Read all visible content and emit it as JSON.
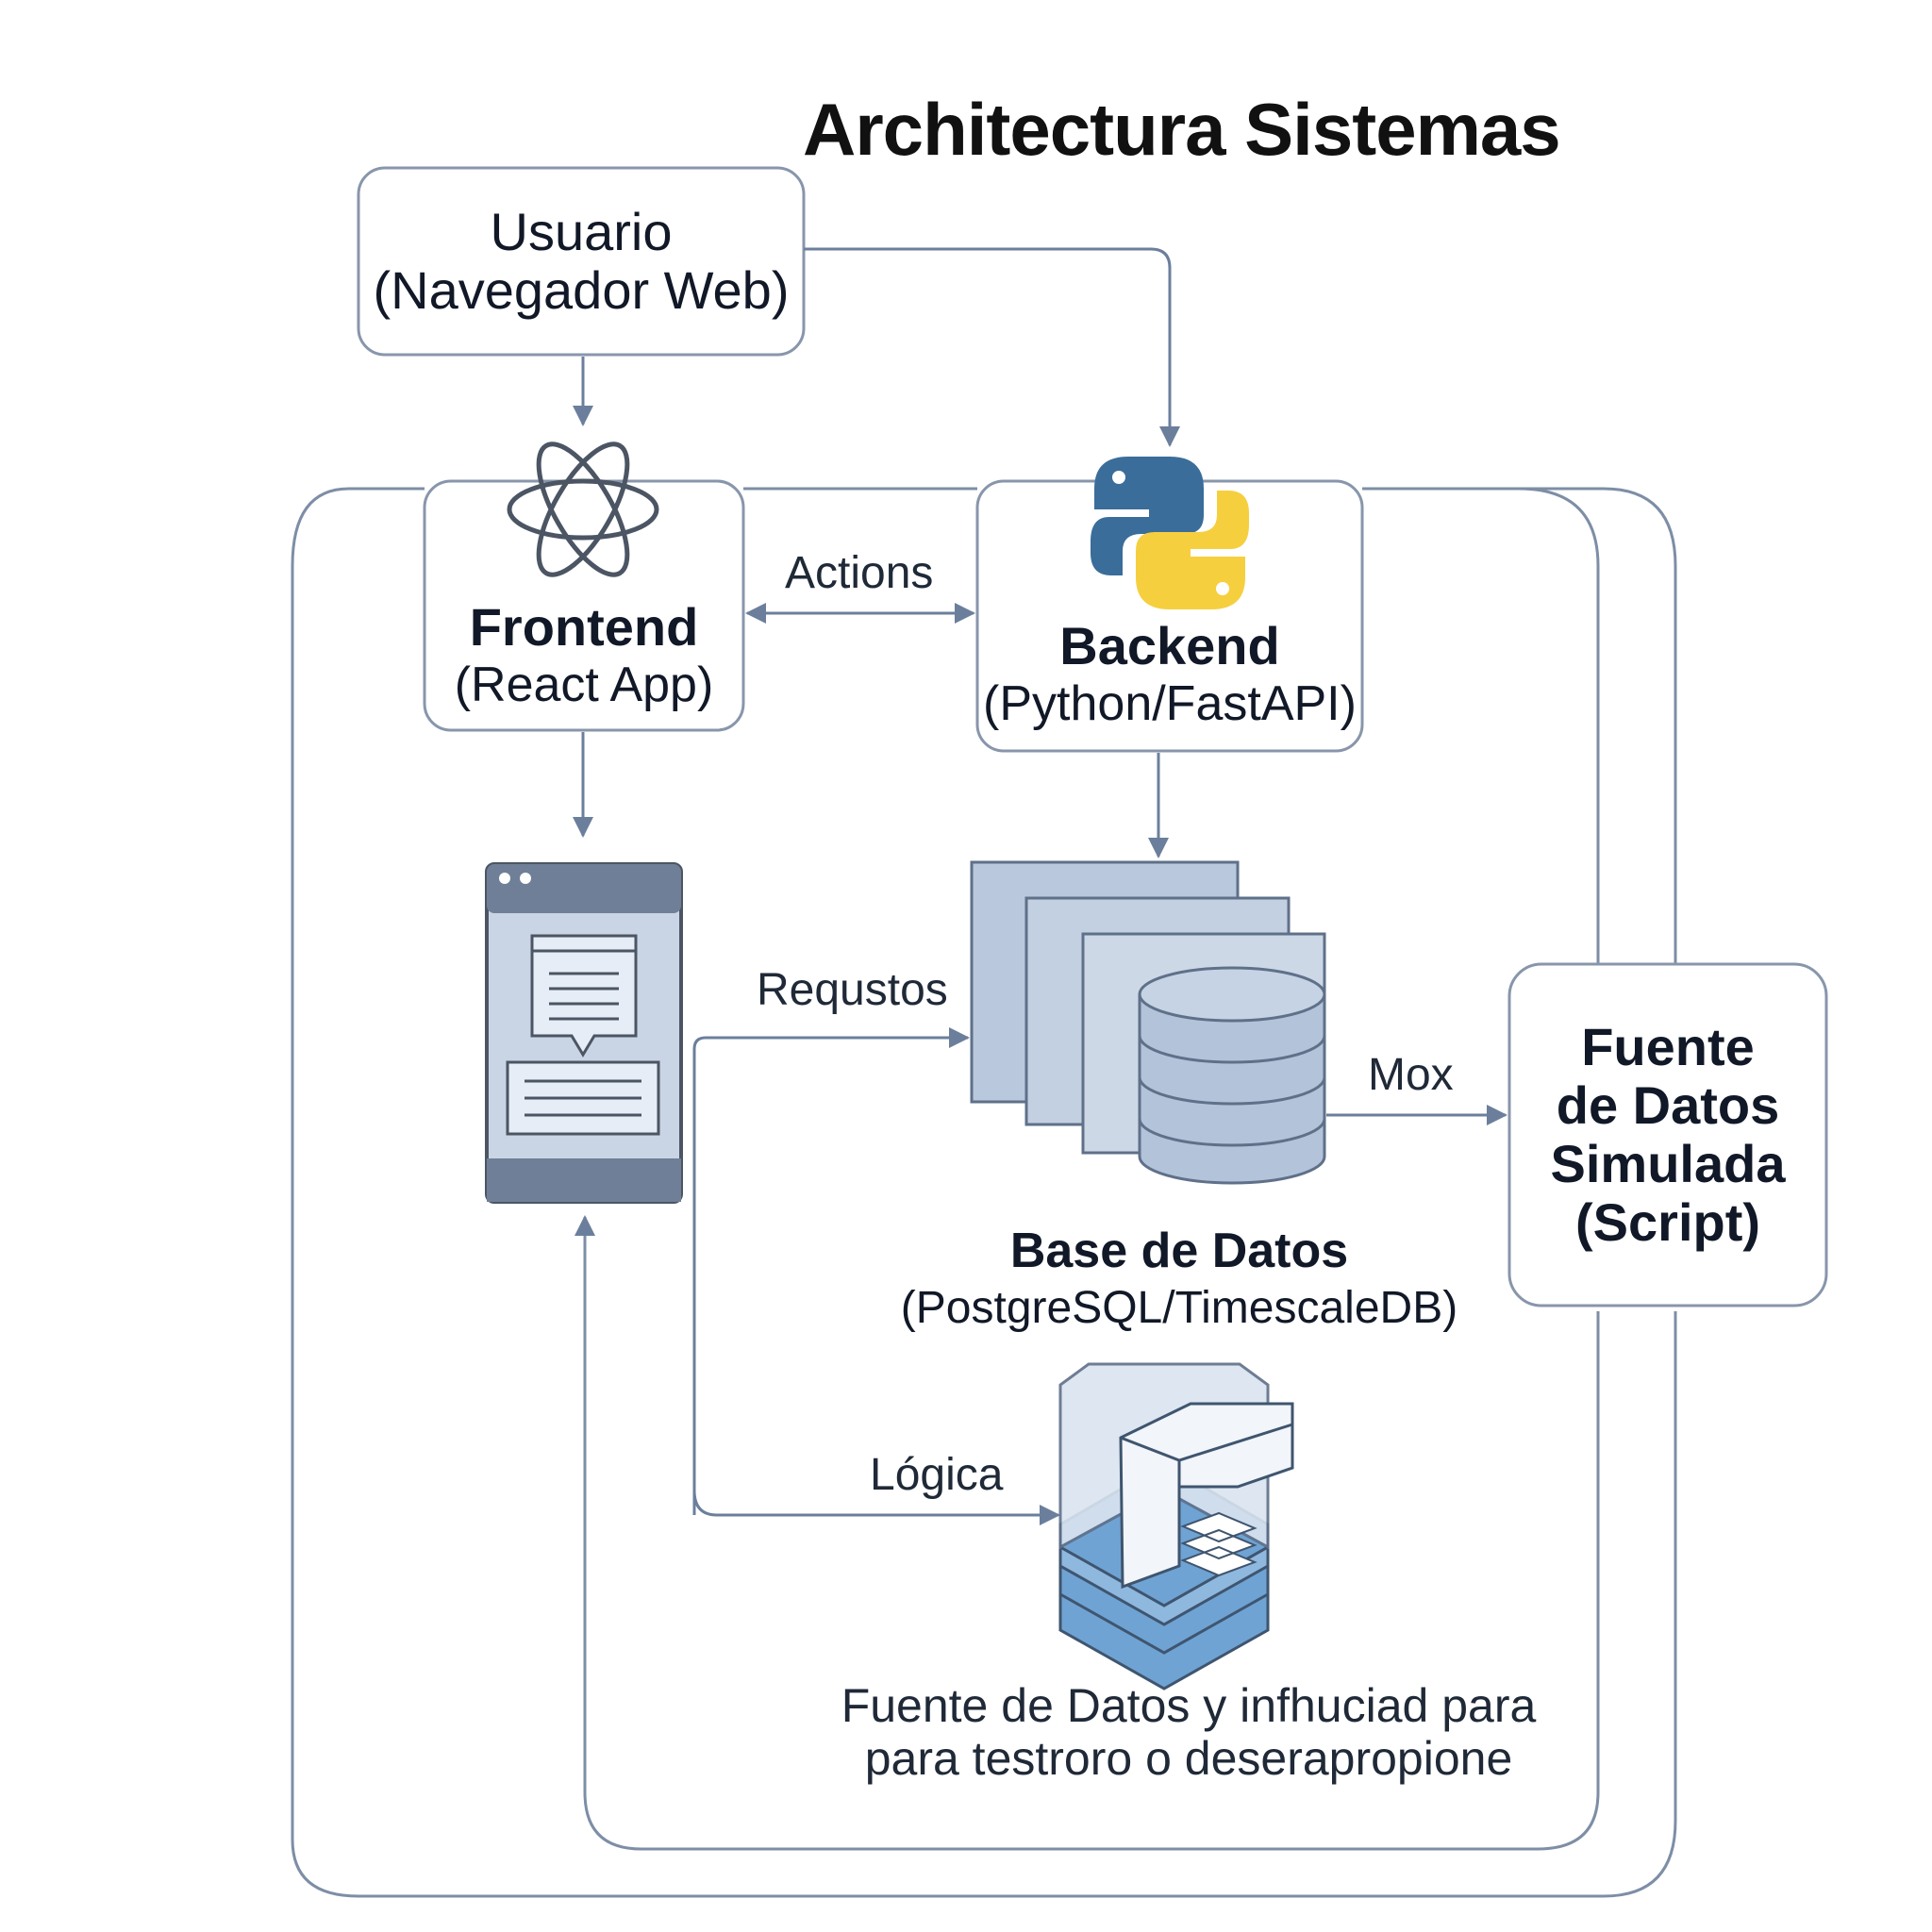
{
  "title": "Architectura Sistemas",
  "nodes": {
    "usuario": {
      "line1": "Usuario",
      "line2": "(Navegador Web)"
    },
    "frontend": {
      "name": "Frontend",
      "desc": "(React App)"
    },
    "backend": {
      "name": "Backend",
      "desc": "(Python/FastAPI)"
    },
    "database": {
      "name": "Base de Datos",
      "desc": "(PostgreSQL/TimescaleDB)"
    },
    "fuente_script": {
      "line1": "Fuente",
      "line2": "de Datos",
      "line3": "Simulada",
      "line4": "(Script)"
    },
    "fuente_logica": {
      "line1": "Fuente de Datos y infhuciad para",
      "line2": "para testroro o deserapropione"
    }
  },
  "edges": {
    "frontend_backend": "Actions",
    "browser_database": "Requstos",
    "database_script": "Mox",
    "browser_logica": "Lógica"
  },
  "icons": [
    "react-atom-icon",
    "python-logo-icon",
    "browser-window-icon",
    "database-stack-icon",
    "data-source-cube-icon"
  ],
  "colors": {
    "line": "#6b7f9c",
    "box_border": "#8896ab",
    "icon_fill": "#b9c8dc",
    "icon_dark": "#4b5563",
    "python_blue": "#3a6d9a",
    "python_yellow": "#f6cf3f",
    "cube_blue": "#8fb8df"
  }
}
